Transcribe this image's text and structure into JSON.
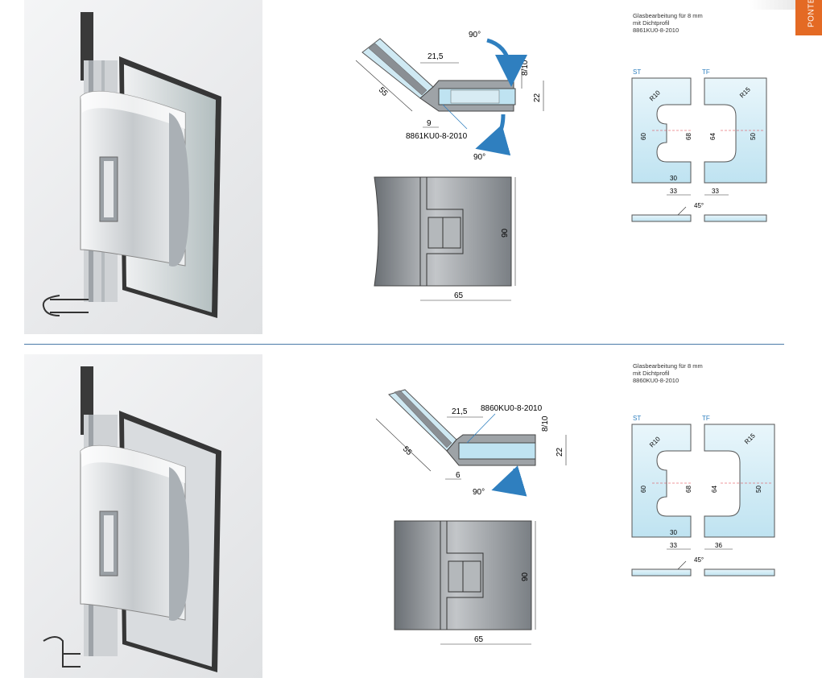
{
  "tab": {
    "label": "PONTE"
  },
  "colors": {
    "accent": "#e46a24",
    "divider": "#4a7aa8",
    "arrow": "#2f7fbf",
    "glass": "#bfe3f1",
    "redline": "#e0343c"
  },
  "sections": [
    {
      "diagram": {
        "label_55": "55",
        "label_215": "21,5",
        "label_810": "8/10",
        "label_22": "22",
        "label_9": "9",
        "part": "8861KU0-8-2010",
        "angle_top": "90°",
        "angle_bottom": "90°"
      },
      "front": {
        "label_90": "90",
        "label_65": "65"
      },
      "note": {
        "line1": "Glasbearbeitung für 8 mm",
        "line2": "mit Dichtprofil",
        "line3": "8861KU0-8-2010"
      },
      "glass": {
        "st": "ST",
        "tf": "TF",
        "r10": "R10",
        "r15": "R15",
        "v60": "60",
        "v68": "68",
        "v64": "64",
        "v50": "50",
        "v30": "30",
        "v33a": "33",
        "v33b": "33",
        "angle": "45°"
      }
    },
    {
      "diagram": {
        "label_55": "55",
        "label_215": "21,5",
        "label_810": "8/10",
        "label_22": "22",
        "label_6": "6",
        "part": "8860KU0-8-2010",
        "angle_bottom": "90°"
      },
      "front": {
        "label_90": "90",
        "label_65": "65"
      },
      "note": {
        "line1": "Glasbearbeitung für 8 mm",
        "line2": "mit Dichtprofil",
        "line3": "8860KU0-8-2010"
      },
      "glass": {
        "st": "ST",
        "tf": "TF",
        "r10": "R10",
        "r15": "R15",
        "v60": "60",
        "v68": "68",
        "v64": "64",
        "v50": "50",
        "v30": "30",
        "v33": "33",
        "v36": "36",
        "angle": "45°"
      }
    }
  ]
}
